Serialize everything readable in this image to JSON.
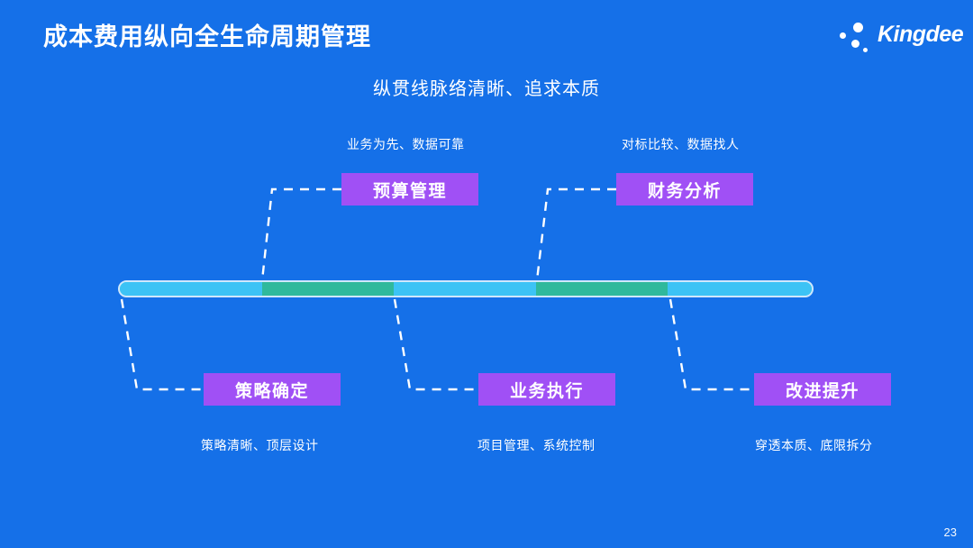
{
  "header": {
    "title": "成本费用纵向全生命周期管理",
    "logo_text": "Kingdee",
    "logo_icon": "kingdee-dots-logo"
  },
  "subtitle": "纵贯线脉络清晰、追求本质",
  "colors": {
    "background": "#1570e8",
    "node_purple": "#a050f5",
    "bar_cyan": "#3cc3f5",
    "bar_teal": "#2fb99c",
    "bar_border": "#cfe8fb",
    "text_white": "#ffffff"
  },
  "timeline": {
    "name": "lifecycle-bar",
    "segments": [
      {
        "color": "#3cc3f5",
        "width_pct": 20.6
      },
      {
        "color": "#2fb99c",
        "width_pct": 19.0
      },
      {
        "color": "#3cc3f5",
        "width_pct": 20.6
      },
      {
        "color": "#2fb99c",
        "width_pct": 19.0
      },
      {
        "color": "#3cc3f5",
        "width_pct": 20.8
      }
    ]
  },
  "nodes": {
    "top": [
      {
        "key": "budget",
        "label": "预算管理",
        "caption": "业务为先、数据可靠"
      },
      {
        "key": "finance",
        "label": "财务分析",
        "caption": "对标比较、数据找人"
      }
    ],
    "bottom": [
      {
        "key": "strategy",
        "label": "策略确定",
        "caption": "策略清晰、顶层设计"
      },
      {
        "key": "execution",
        "label": "业务执行",
        "caption": "项目管理、系统控制"
      },
      {
        "key": "improve",
        "label": "改进提升",
        "caption": "穿透本质、底限拆分"
      }
    ]
  },
  "page_number": "23"
}
